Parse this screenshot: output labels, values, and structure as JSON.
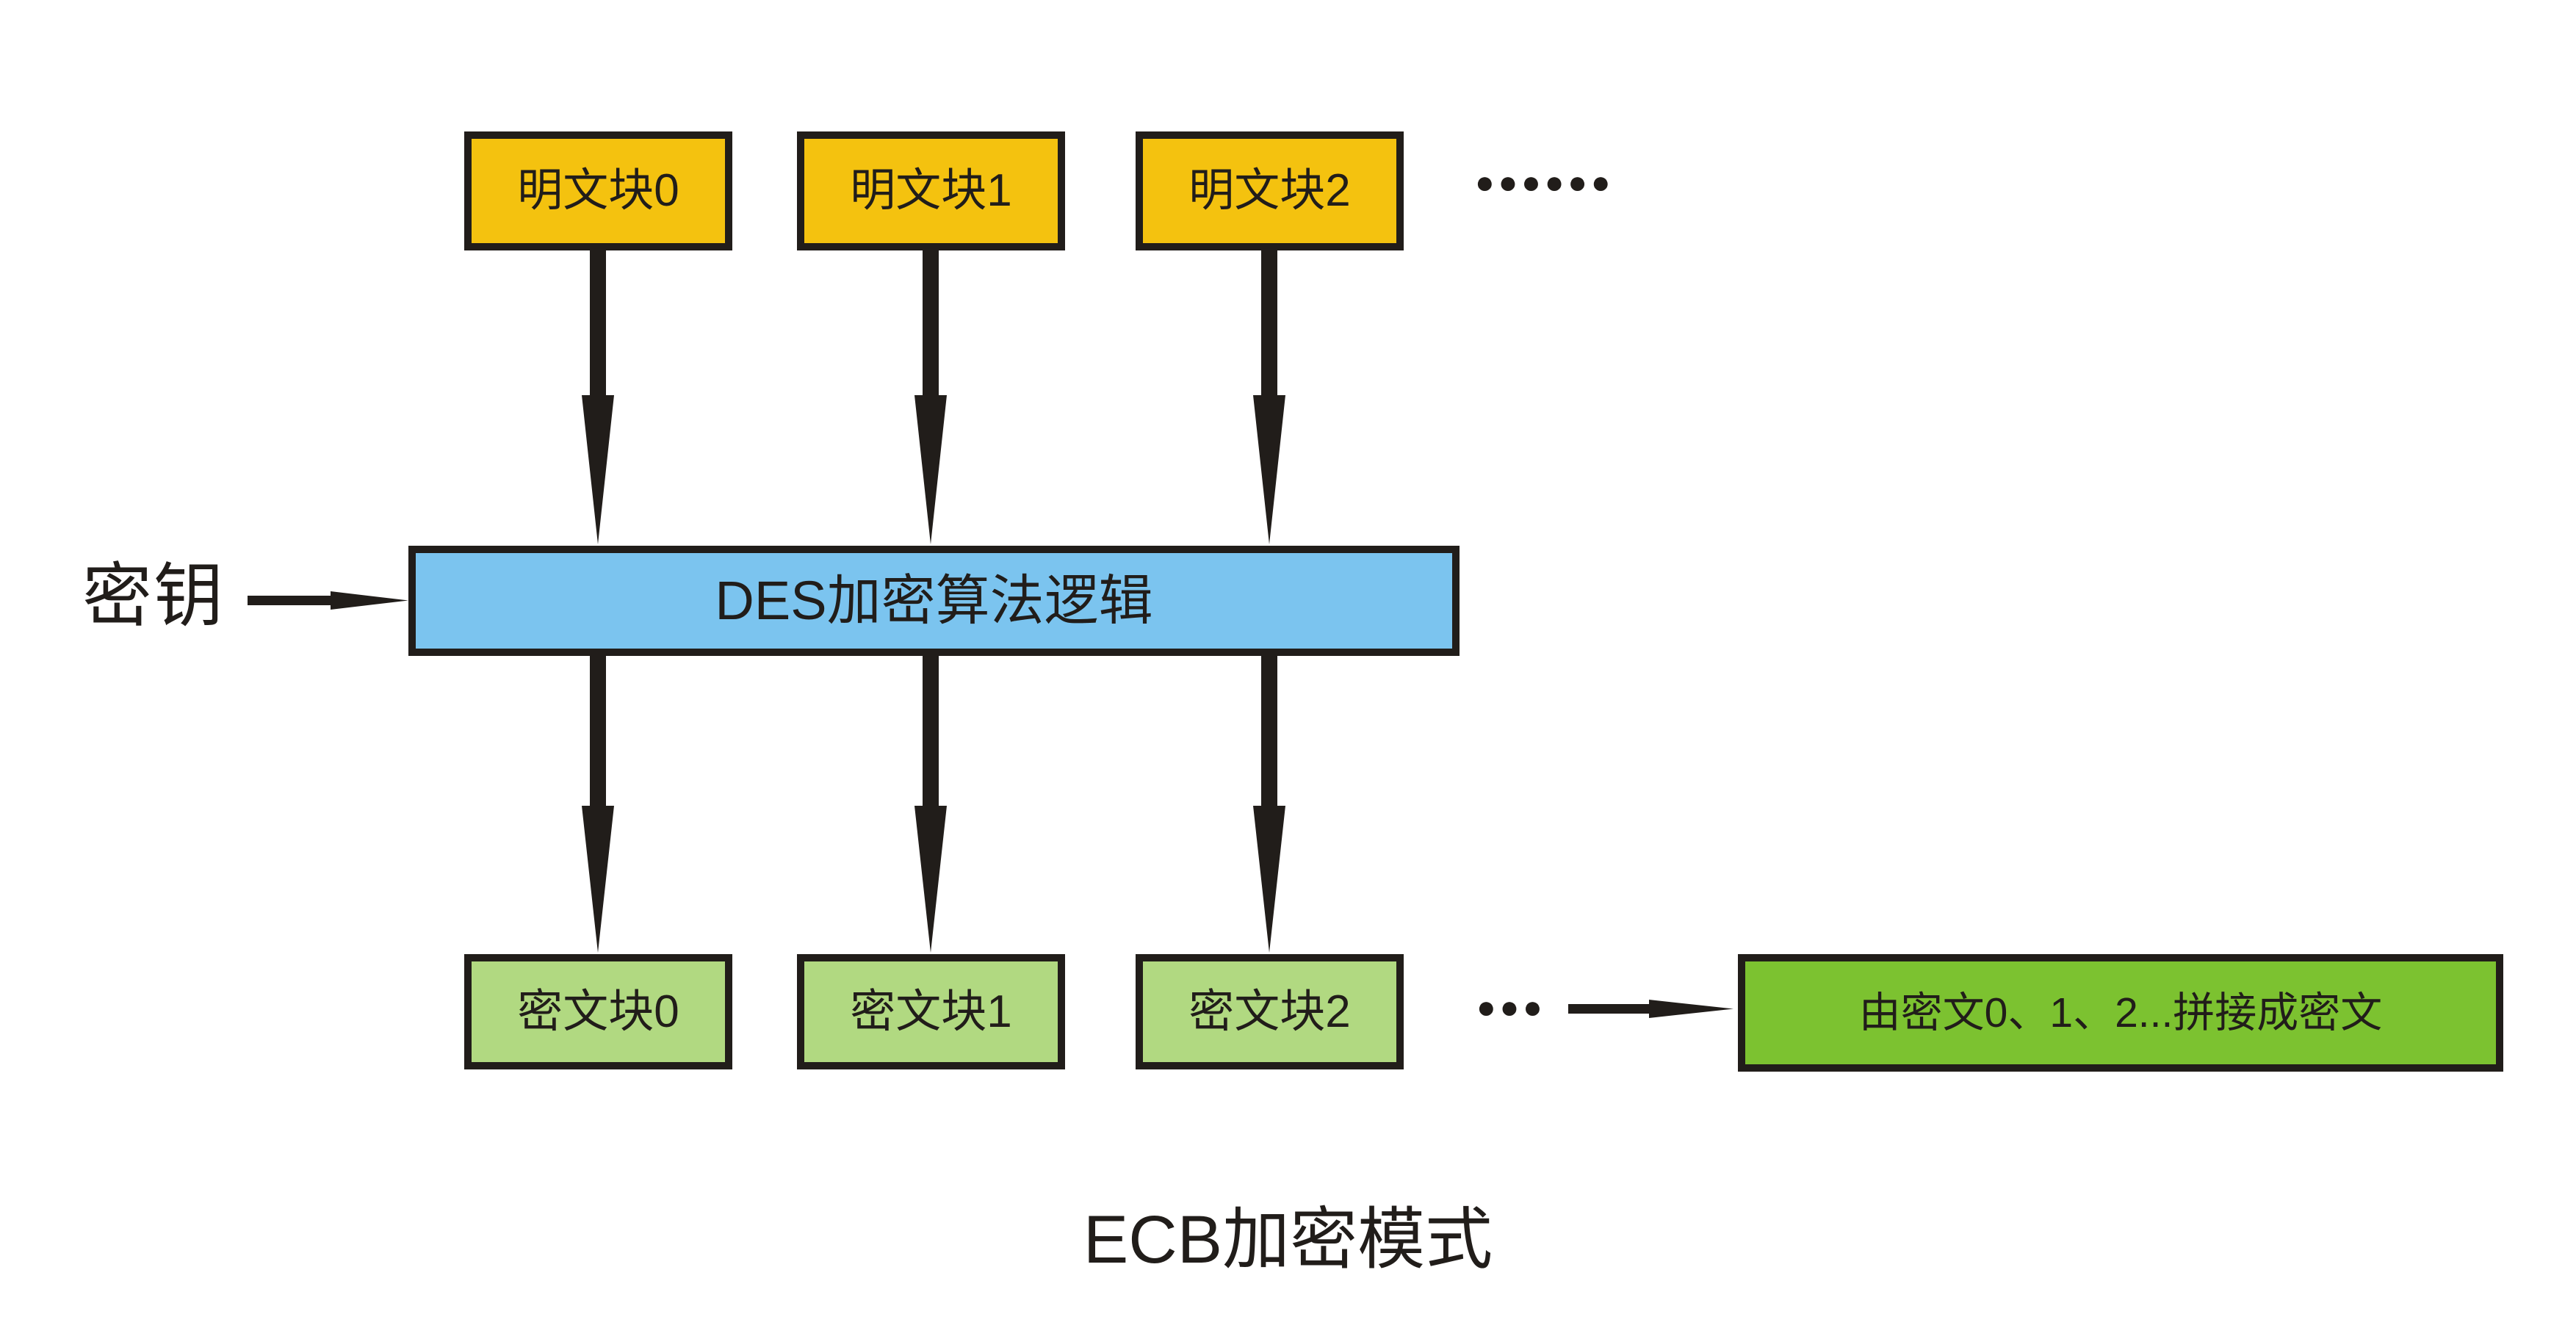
{
  "diagram": {
    "title": "ECB加密模式",
    "key_label": "密钥",
    "algorithm_box_label": "DES加密算法逻辑",
    "plaintext_blocks": [
      "明文块0",
      "明文块1",
      "明文块2"
    ],
    "ciphertext_blocks": [
      "密文块0",
      "密文块1",
      "密文块2"
    ],
    "concat_box_label": "由密文0、1、2...拼接成密文",
    "ellipsis_top": "●●●●●●",
    "ellipsis_bottom": "●●●",
    "colors": {
      "plaintext_fill": "#F4C20F",
      "algorithm_fill": "#7BC4EF",
      "ciphertext_fill": "#B1D981",
      "concat_fill": "#7CC230",
      "ink": "#211D1A"
    }
  }
}
